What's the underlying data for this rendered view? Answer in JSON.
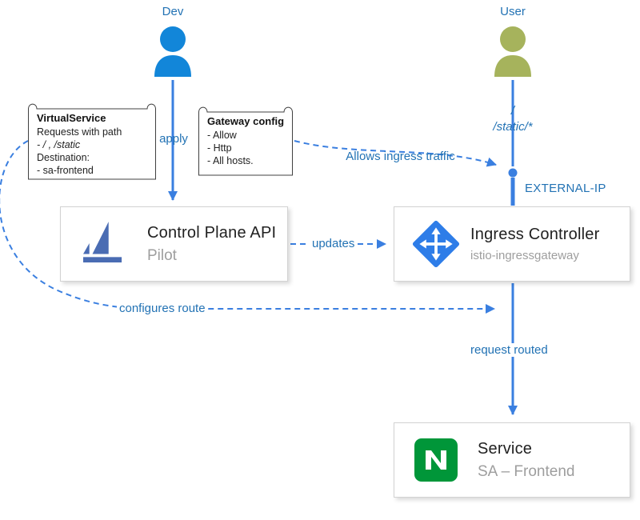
{
  "colors": {
    "arrow": "#3a7fe0",
    "label": "#2272b4",
    "dev": "#1286d9",
    "user": "#a6b35c",
    "istio": "#4a6cb3",
    "ingress_icon": "#2e7de8",
    "nginx": "#009639",
    "node_title": "#212121",
    "node_subtitle": "#9e9e9e"
  },
  "actors": {
    "dev": {
      "label": "Dev"
    },
    "user": {
      "label": "User"
    }
  },
  "notes": {
    "virtual_service": {
      "title": "VirtualService",
      "lines": [
        "Requests with path",
        "- / ,  /static",
        "Destination:",
        "- sa-frontend"
      ]
    },
    "gateway_config": {
      "title": "Gateway config",
      "lines": [
        "- Allow",
        "- Http",
        "- All hosts."
      ]
    }
  },
  "nodes": {
    "control_plane": {
      "title": "Control Plane API",
      "subtitle": "Pilot"
    },
    "ingress_controller": {
      "title": "Ingress Controller",
      "subtitle": "istio-ingressgateway"
    },
    "service": {
      "title": "Service",
      "subtitle": "SA – Frontend"
    }
  },
  "edges": {
    "apply": "apply",
    "updates": "updates",
    "allows_ingress": "Allows ingress traffic",
    "configures_route": "configures route",
    "request_routed": "request routed",
    "user_path_line1": "/",
    "user_path_line2": "/static/*",
    "external_ip": "EXTERNAL-IP"
  }
}
